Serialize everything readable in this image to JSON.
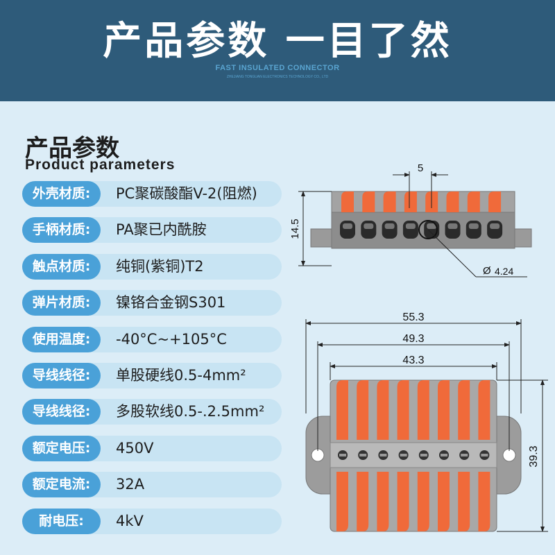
{
  "header": {
    "title": "产品参数 一目了然",
    "subtitle": "FAST INSULATED CONNECTOR",
    "company": "ZHEJIANG TONGUAN ELECTRONICS TECHNOLOGY CO., LTD"
  },
  "section": {
    "title": "产品参数",
    "subtitle": "Product parameters"
  },
  "params": [
    {
      "key": "外壳材质:",
      "value": "PC聚碳酸酯V-2(阻燃)"
    },
    {
      "key": "手柄材质:",
      "value": "PA聚已内酰胺"
    },
    {
      "key": "触点材质:",
      "value": "纯铜(紫铜)T2"
    },
    {
      "key": "弹片材质:",
      "value": "镍铬合金钢S301"
    },
    {
      "key": "使用温度:",
      "value": "-40°C~+105°C"
    },
    {
      "key": "导线线径:",
      "value": "单股硬线0.5-4mm²"
    },
    {
      "key": "导线线径:",
      "value": "多股软线0.5-.2.5mm²"
    },
    {
      "key": "额定电压:",
      "value": "450V"
    },
    {
      "key": "额定电流:",
      "value": "32A"
    },
    {
      "key": "耐电压:",
      "value": "4kV"
    }
  ],
  "dimensions": {
    "pitch": "5",
    "height": "14.5",
    "hole": "4.24",
    "diameter_symbol": "Ø",
    "overall_length": "55.3",
    "mount_length": "49.3",
    "body_length": "43.3",
    "width": "39.3"
  },
  "colors": {
    "header_bg": "#2e5b7a",
    "accent_blue": "#4aa1d8",
    "lever_orange": "#f06a3a",
    "housing_gray": "#9a9a9a"
  }
}
